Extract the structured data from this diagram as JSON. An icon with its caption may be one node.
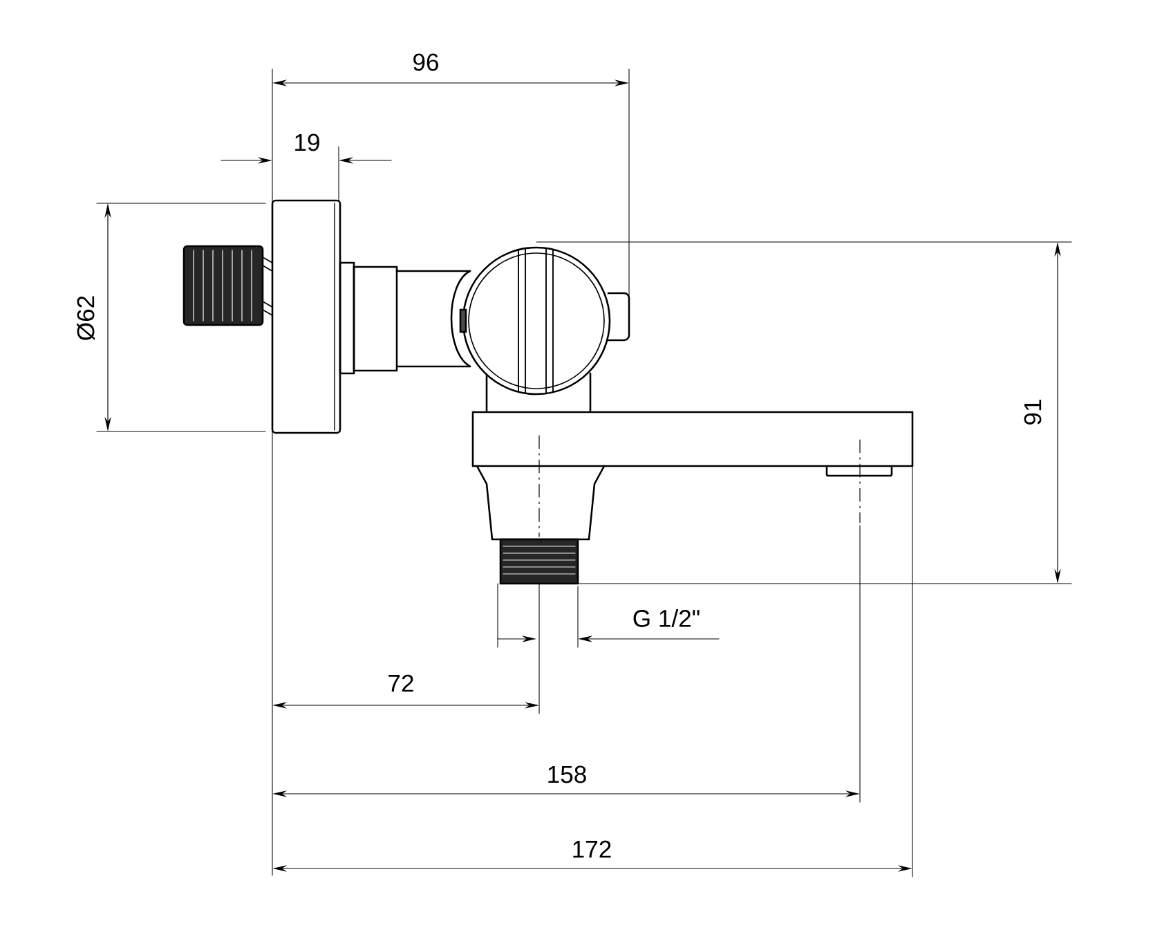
{
  "diagram": {
    "labels": [
      "96",
      "19",
      "Ø62",
      "91",
      "G 1/2\"",
      "72",
      "158",
      "172"
    ]
  }
}
